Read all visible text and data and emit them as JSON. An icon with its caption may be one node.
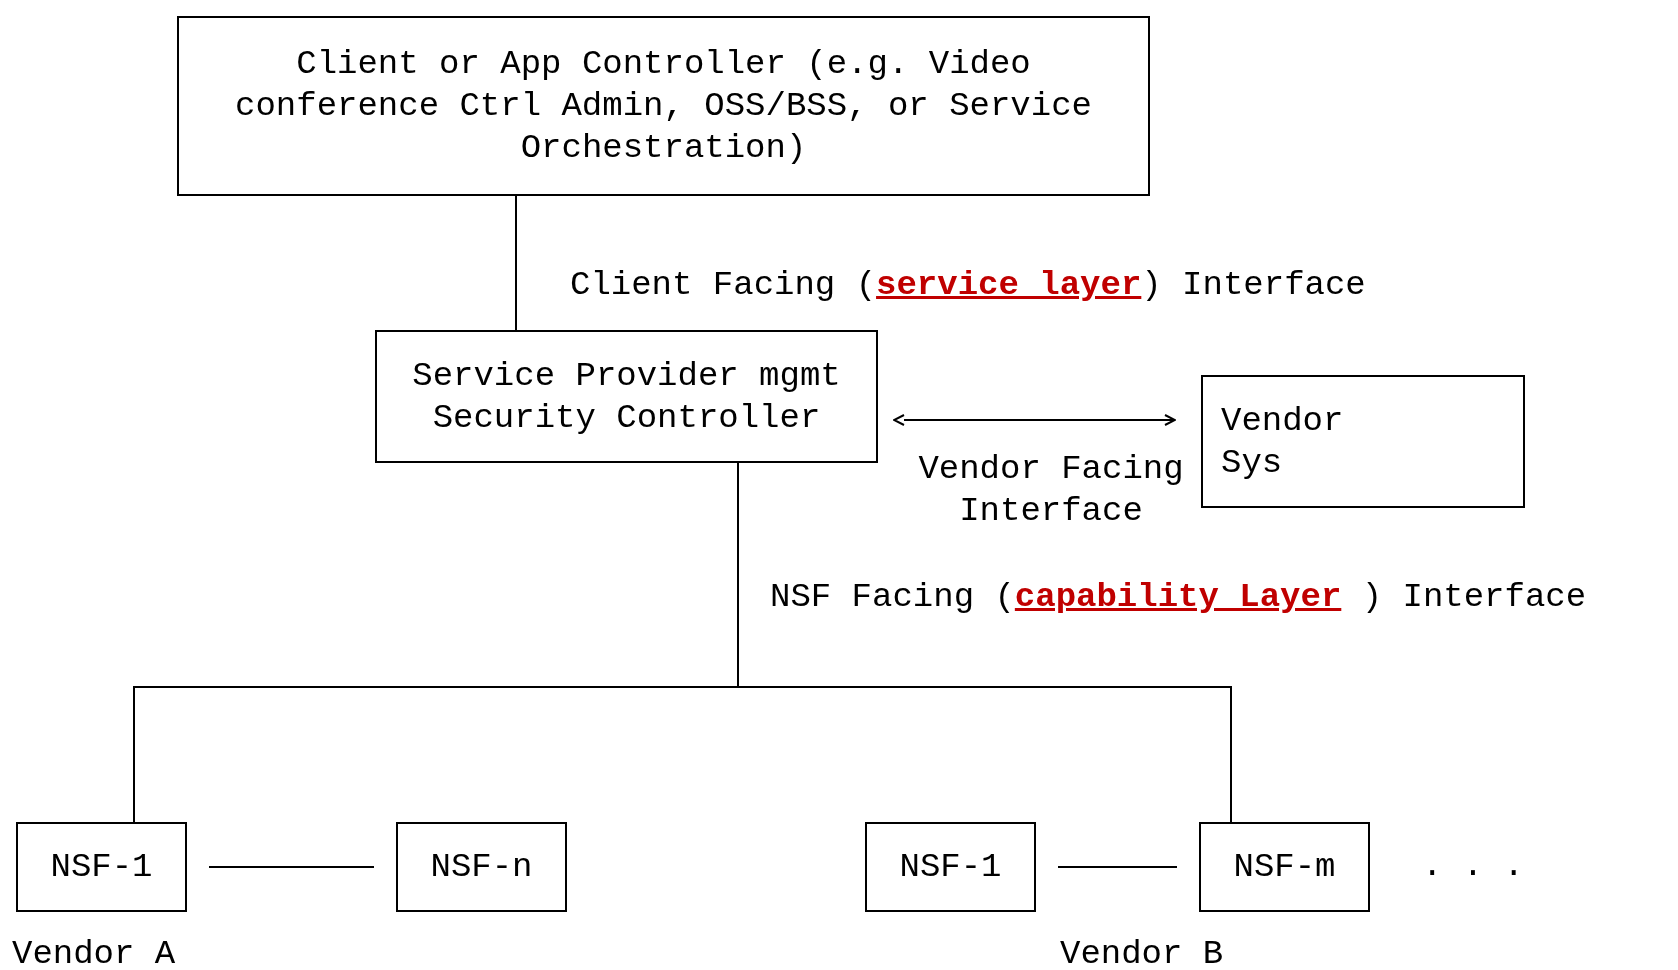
{
  "diagram": {
    "nodes": [
      {
        "text": [
          "Client or App Controller (e.g. Video conference Ctrl Admin, OSS/BSS, or Service Orchestration)"
        ]
      },
      {
        "text": [
          "Service Provider mgmt Security Controller"
        ]
      },
      {
        "text": [
          "Vendor Sys"
        ]
      },
      {
        "text": [
          "NSF-1"
        ],
        "beside": [
          "Vendor A"
        ]
      },
      {
        "text": [
          "NSF-n"
        ]
      },
      {
        "text": [
          "NSF-1"
        ]
      },
      {
        "text": [
          "NSF-m"
        ],
        "beside": [
          "Vendor B"
        ]
      }
    ],
    "edges": [
      {
        "from": 0,
        "to": 1,
        "arrow": "none",
        "label": "Client Facing (**service layer**) Interface"
      },
      {
        "from": 1,
        "to": 2,
        "arrow": "both",
        "label": "Vendor Facing Interface"
      },
      {
        "from": 1,
        "to": 3,
        "arrow": "none",
        "label": "NSF Facing (**capability Layer** ) Interface"
      },
      {
        "from": 1,
        "to": 6,
        "arrow": "none"
      },
      {
        "from": 3,
        "to": 4,
        "arrow": "none"
      },
      {
        "from": 5,
        "to": 6,
        "arrow": "none"
      }
    ],
    "labels": [
      ". . ."
    ]
  }
}
